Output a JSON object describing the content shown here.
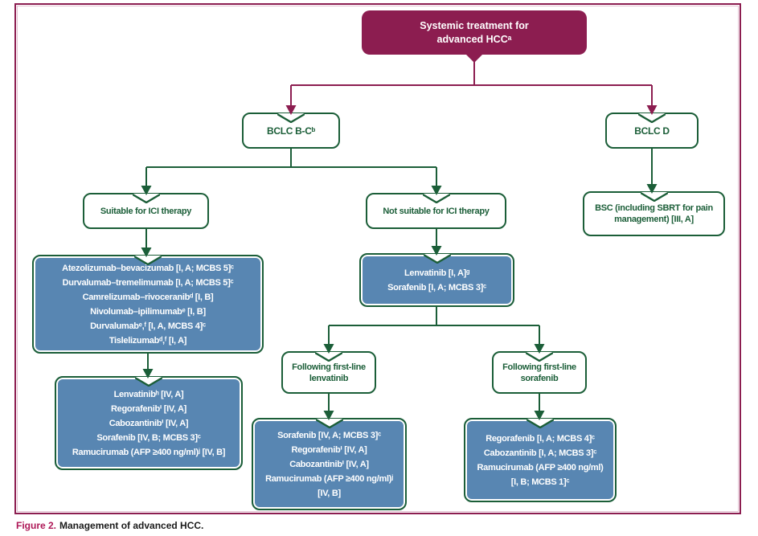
{
  "figure": {
    "colors": {
      "maroon": "#8c1d50",
      "green": "#1b5e38",
      "blue": "#5886b2",
      "caption_accent": "#ae1857",
      "text_dark": "#1a1a1a"
    },
    "boxes": {
      "root": {
        "lines": [
          "Systemic treatment for",
          "advanced HCCᵃ"
        ]
      },
      "bclc_bc": {
        "label": "BCLC B-Cᵇ"
      },
      "bclc_d": {
        "label": "BCLC D"
      },
      "ici_suitable": {
        "label": "Suitable for ICI therapy"
      },
      "ici_not_suitable": {
        "label": "Not suitable for ICI therapy"
      },
      "bsc": {
        "lines": [
          "BSC (including SBRT for pain",
          "management) [III, A]"
        ]
      },
      "ici_options": {
        "lines": [
          "Atezolizumab–bevacizumab [I, A; MCBS 5]ᶜ",
          "Durvalumab–tremelimumab [I, A; MCBS 5]ᶜ",
          "Camrelizumab–rivoceranibᵈ [I, B]",
          "Nivolumab–ipilimumabᵉ [I, B]",
          "Durvalumabᵉ,ᶠ [I, A, MCBS 4]ᶜ",
          "Tislelizumabᵈ,ᶠ [I, A]"
        ]
      },
      "post_ici_options": {
        "lines": [
          "Lenvatinibʰ [IV, A]",
          "Regorafenibⁱ [IV, A]",
          "Cabozantinibⁱ [IV, A]",
          "Sorafenib [IV, B; MCBS 3]ᶜ",
          "Ramucirumab (AFP ≥400 ng/ml)ʲ [IV, B]"
        ]
      },
      "non_ici_options": {
        "lines": [
          "Lenvatinib [I, A]ᵍ",
          "Sorafenib [I, A; MCBS 3]ᶜ"
        ]
      },
      "following_lenvatinib": {
        "lines": [
          "Following first-line",
          "lenvatinib"
        ]
      },
      "following_sorafenib": {
        "lines": [
          "Following first-line",
          "sorafenib"
        ]
      },
      "after_lenvatinib_options": {
        "lines": [
          "Sorafenib [IV, A; MCBS 3]ᶜ",
          "Regorafenibⁱ [IV, A]",
          "Cabozantinibⁱ [IV, A]",
          "Ramucirumab (AFP ≥400 ng/ml)ʲ",
          "[IV, B]"
        ]
      },
      "after_sorafenib_options": {
        "lines": [
          "Regorafenib [I, A; MCBS 4]ᶜ",
          "Cabozantinib [I, A; MCBS 3]ᶜ",
          "Ramucirumab (AFP ≥400 ng/ml)",
          "[I, B; MCBS 1]ᶜ"
        ]
      }
    },
    "caption": {
      "label": "Figure 2.",
      "text": "Management of advanced HCC."
    }
  }
}
